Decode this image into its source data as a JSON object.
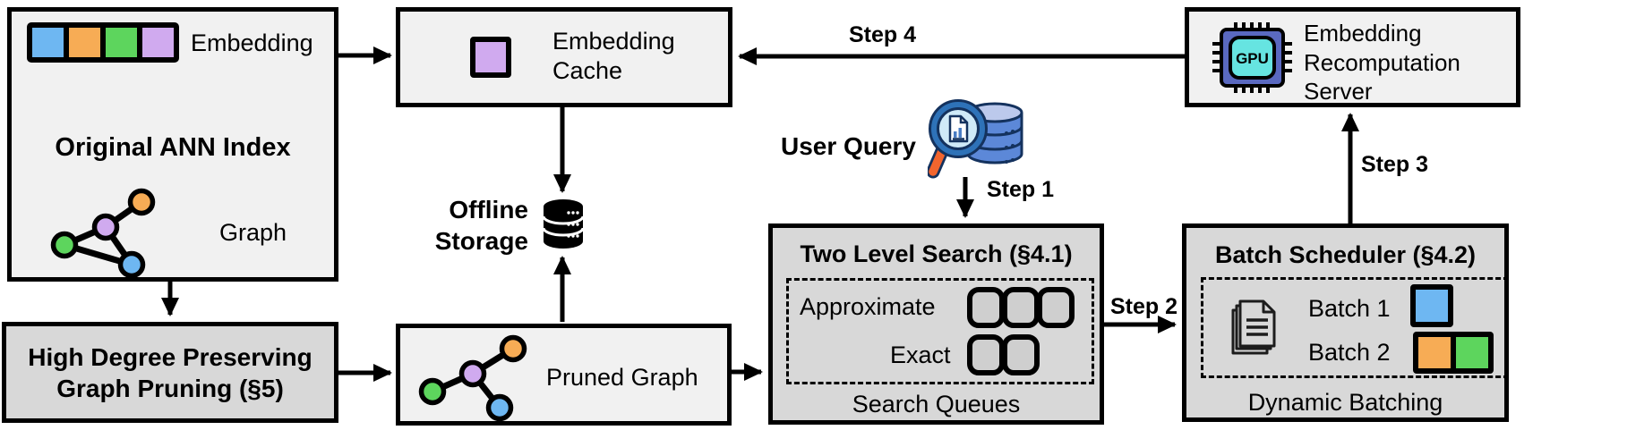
{
  "palette": {
    "blue": "#6eb7f2",
    "orange": "#f7ac55",
    "green": "#5dd55d",
    "purple": "#d0aaef",
    "box_light": "#f1f1f1",
    "box_dark": "#d8d8d8",
    "border": "#000000",
    "gpu_chip_body": "#5a69c0",
    "gpu_chip_core": "#66e4e1",
    "magnifier_handle": "#f2652e",
    "magnifier_rim": "#2e72b8",
    "query_db_fill": "#5c88d8"
  },
  "icons": {
    "embedding_strip": "four-color embedding vector squares",
    "graph": "colored node-link graph",
    "cached_embedding": "purple embedding square",
    "database": "black database cylinder",
    "query_magnifier_db": "magnifier over blue database stack",
    "documents": "stacked documents",
    "gpu_chip": "GPU processor chip",
    "batch1_square": "blue batch square",
    "batch2_squares": "orange and green batch squares"
  },
  "ann_index": {
    "embedding_label": "Embedding",
    "title": "Original ANN Index",
    "graph_label": "Graph"
  },
  "embedding_cache": {
    "line1": "Embedding",
    "line2": "Cache"
  },
  "offline_storage": {
    "line1": "Offline",
    "line2": "Storage"
  },
  "user_query": {
    "label": "User Query"
  },
  "two_level_search": {
    "title": "Two Level Search (§4.1)",
    "row1_label": "Approximate",
    "row2_label": "Exact",
    "caption": "Search Queues",
    "approximate_queue_count": 3,
    "exact_queue_count": 2
  },
  "batch_scheduler": {
    "title": "Batch Scheduler (§4.2)",
    "batch1_label": "Batch 1",
    "batch2_label": "Batch 2",
    "caption": "Dynamic Batching"
  },
  "recomputation_server": {
    "line1": "Embedding",
    "line2": "Recomputation",
    "line3": "Server",
    "chip_label": "GPU"
  },
  "graph_pruning": {
    "line1": "High Degree Preserving",
    "line2": "Graph Pruning (§5)"
  },
  "pruned_graph": {
    "label": "Pruned Graph"
  },
  "steps": {
    "step1": "Step 1",
    "step2": "Step 2",
    "step3": "Step 3",
    "step4": "Step 4"
  }
}
